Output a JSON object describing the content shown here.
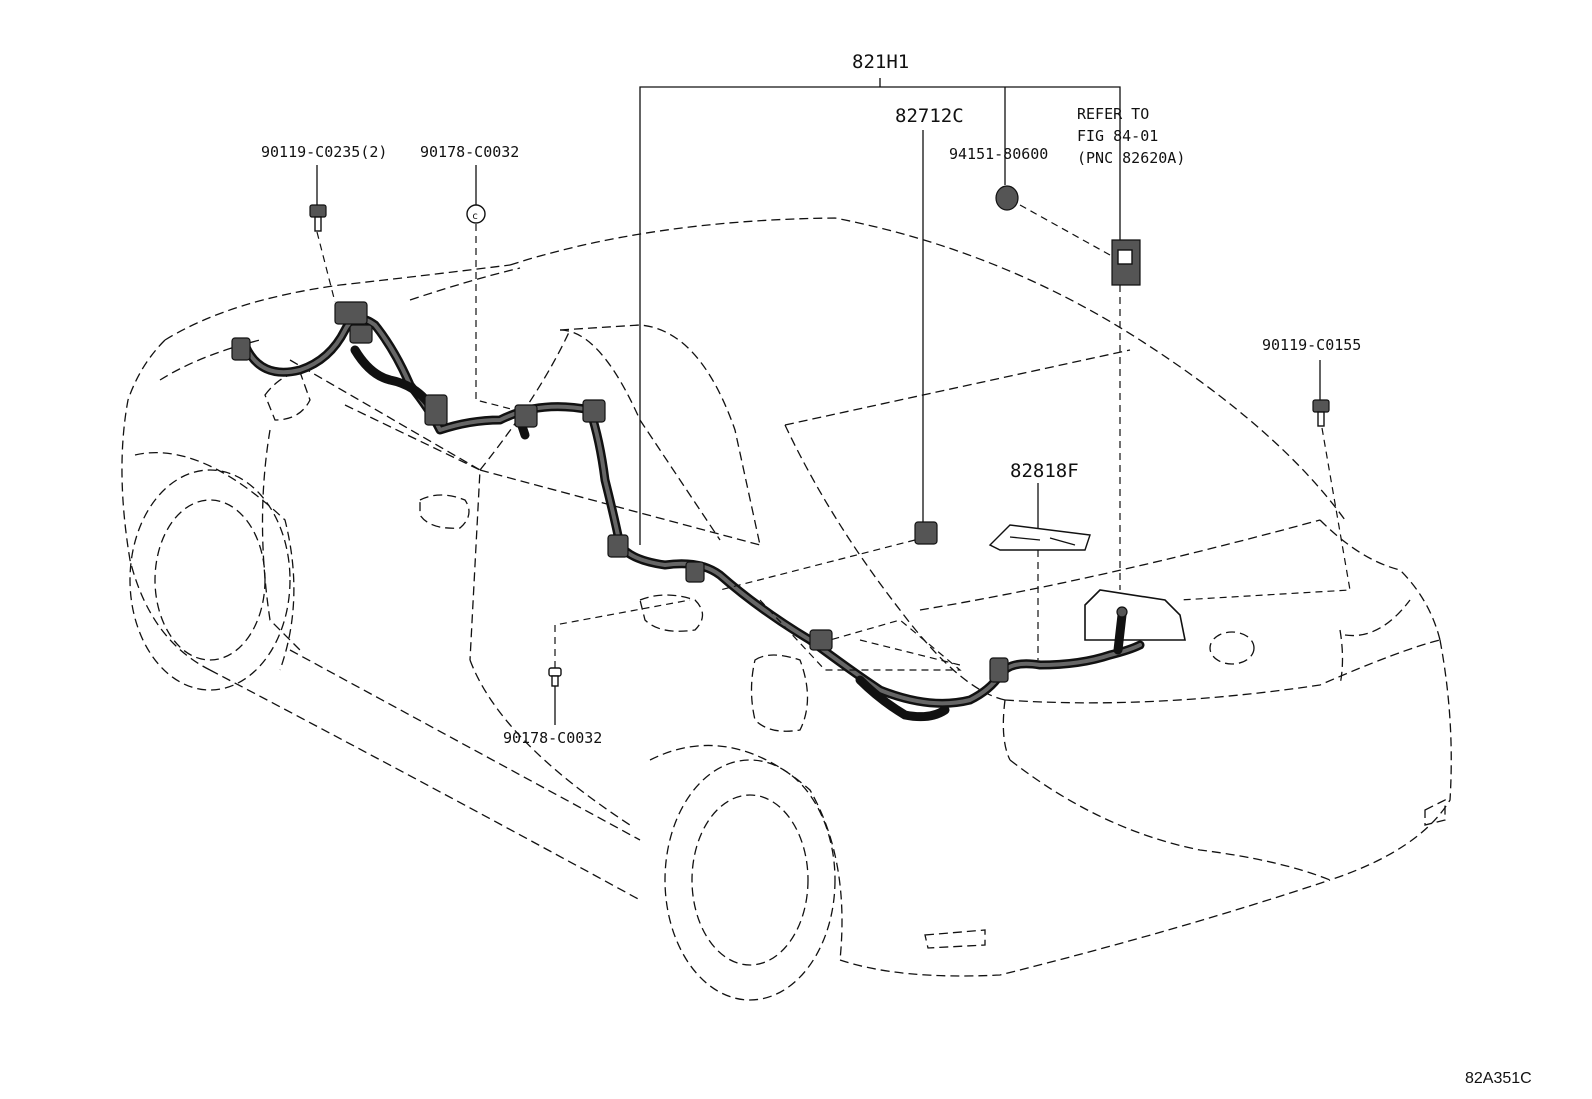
{
  "labels": {
    "assembly": "821H1",
    "harness_sub": "82712C",
    "refer_line1": "REFER TO",
    "refer_line2": "FIG 84-01",
    "refer_line3": "(PNC 82620A)",
    "grommet": "94151-80600",
    "bolt_front": "90119-C0235(2)",
    "clip_front": "90178-C0032",
    "bolt_rear": "90119-C0155",
    "bracket": "82818F",
    "clip_lower": "90178-C0032",
    "diagram_code": "82A351C"
  },
  "colors": {
    "line": "#111111",
    "background": "#ffffff"
  }
}
